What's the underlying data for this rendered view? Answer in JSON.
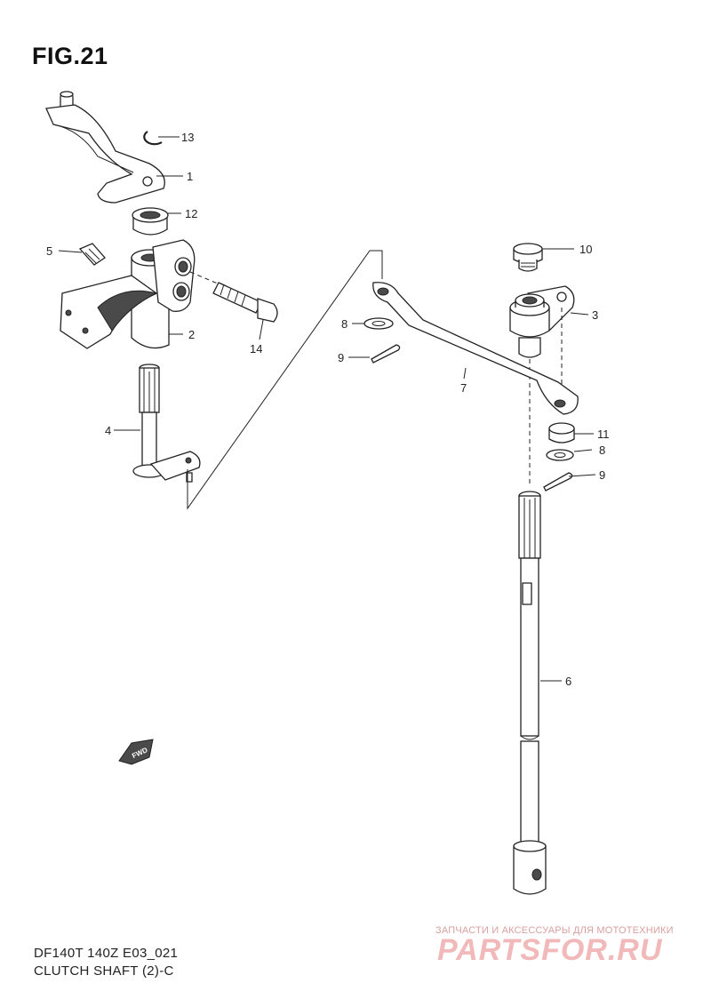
{
  "figure": {
    "title": "FIG.21",
    "model_code": "DF140T 140Z E03_021",
    "section_name": "CLUTCH SHAFT (2)-C"
  },
  "callouts": [
    "13",
    "1",
    "12",
    "5",
    "2",
    "14",
    "4",
    "10",
    "3",
    "8",
    "9",
    "7",
    "11",
    "8",
    "9",
    "6"
  ],
  "direction_label": "FWD",
  "watermark": {
    "tagline": "ЗАПЧАСТИ И АКСЕССУАРЫ ДЛЯ МОТОТЕХНИКИ",
    "logo": "PARTSFOR.RU"
  }
}
